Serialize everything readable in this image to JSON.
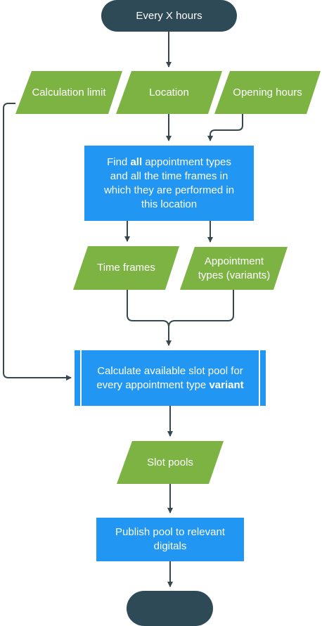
{
  "colors": {
    "terminal": "#2e4a57",
    "io": "#7cb342",
    "process": "#2196f3",
    "connector": "#37474f",
    "text": "#ffffff"
  },
  "nodes": {
    "start": {
      "text": "Every X hours"
    },
    "calc_limit": {
      "text": "Calculation limit"
    },
    "location": {
      "text": "Location"
    },
    "opening_hours": {
      "text": "Opening hours"
    },
    "find_types": {
      "pre": "Find ",
      "bold": "all",
      "post": " appointment types and all the time frames in which they are performed in this location"
    },
    "time_frames": {
      "text": "Time frames"
    },
    "appt_types": {
      "text": "Appointment types (variants)"
    },
    "calc_pool": {
      "pre": "Calculate available slot pool for every appointment type ",
      "bold": "variant"
    },
    "slot_pools": {
      "text": "Slot pools"
    },
    "publish": {
      "text": "Publish pool to relevant digitals"
    },
    "end": {
      "text": ""
    }
  }
}
